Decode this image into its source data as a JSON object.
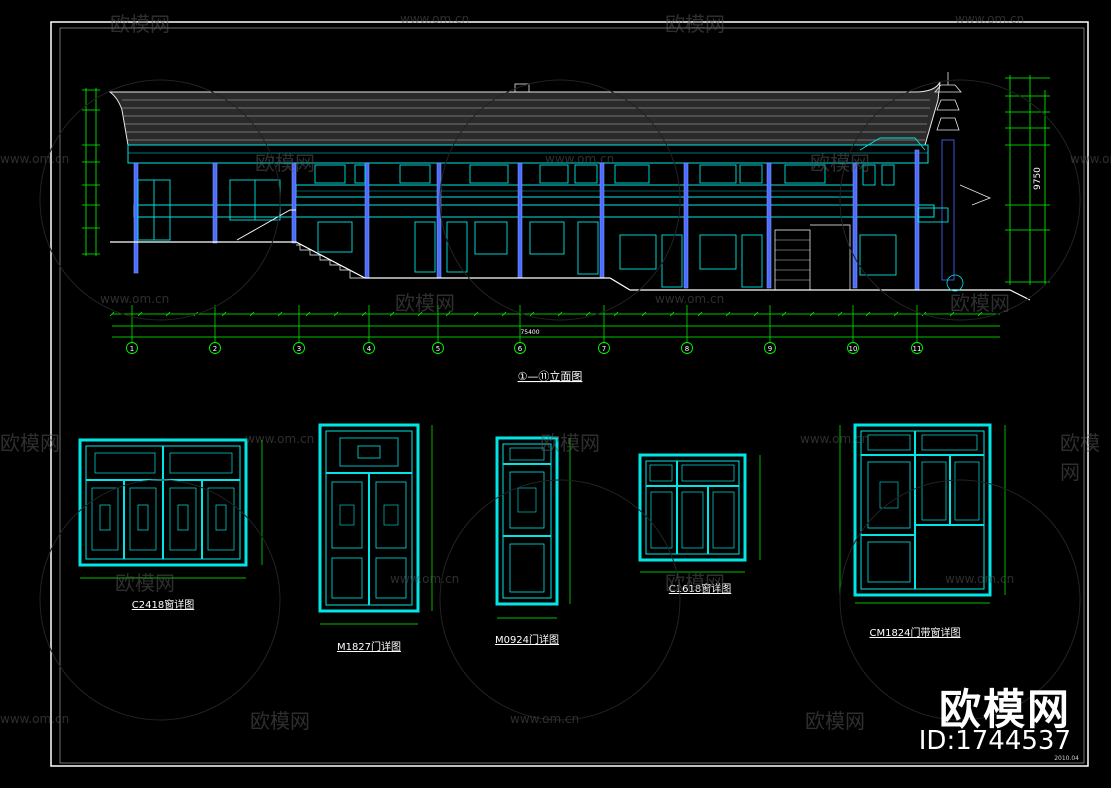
{
  "elevation": {
    "title": "①—⑪立面图",
    "grid_axes": [
      "1",
      "2",
      "3",
      "4",
      "5",
      "6",
      "7",
      "8",
      "9",
      "10",
      "11"
    ],
    "total_dimension": "75400",
    "height_dimension": "9750"
  },
  "details": [
    {
      "id": "C2418",
      "caption": "C2418窗详图"
    },
    {
      "id": "M1827",
      "caption": "M1827门详图"
    },
    {
      "id": "M0924",
      "caption": "M0924门详图"
    },
    {
      "id": "C1618",
      "caption": "C1618窗详图"
    },
    {
      "id": "CM1824",
      "caption": "CM1824门带窗详图"
    }
  ],
  "watermarks": {
    "brand_cn": "欧模网",
    "site": "www.om.cn"
  },
  "brand_badge": {
    "name": "欧模网",
    "id_text": "ID:1744537"
  },
  "date_stamp": "2010.04",
  "colors": {
    "background": "#000000",
    "frame": "#ffffff",
    "cad_cyan": "#00e5e5",
    "dimension_green": "#00ff00",
    "wall_blue": "#4a6cff",
    "roof_white": "#e8e8e8"
  }
}
